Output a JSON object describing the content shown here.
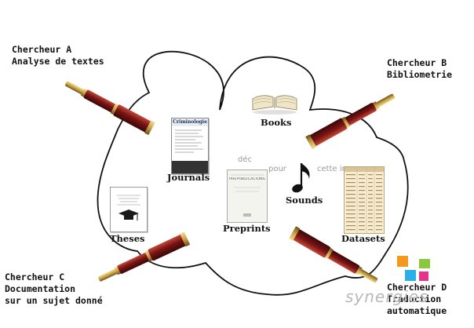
{
  "researchers": {
    "a": {
      "name": "Chercheur A",
      "lines": [
        "Analyse de textes"
      ]
    },
    "b": {
      "name": "Chercheur B",
      "lines": [
        "Bibliometrie"
      ]
    },
    "c": {
      "name": "Chercheur C",
      "lines": [
        "Documentation",
        "sur un sujet donné"
      ]
    },
    "d": {
      "name": "Chercheur D",
      "lines": [
        "Traduction",
        "automatique"
      ]
    }
  },
  "resources": {
    "books": "Books",
    "journals": "Journals",
    "theses": "Theses",
    "preprints": "Preprints",
    "sounds": "Sounds",
    "datasets": "Datasets"
  },
  "documents": {
    "journal_cover_title": "Criminologie",
    "preprint_cover_title": "PREPUBLICACIONS"
  },
  "ghost_text": {
    "left": "déc",
    "middle": "pour",
    "right": "cette ima"
  },
  "logo": {
    "text": "synergies",
    "colors": [
      "#f39a1e",
      "#8dc63f",
      "#2ab0e4",
      "#e4358b"
    ]
  },
  "colors": {
    "cloud_outline": "#111111",
    "telescope_body": "#7a1414",
    "telescope_brass": "#c8a24a"
  }
}
